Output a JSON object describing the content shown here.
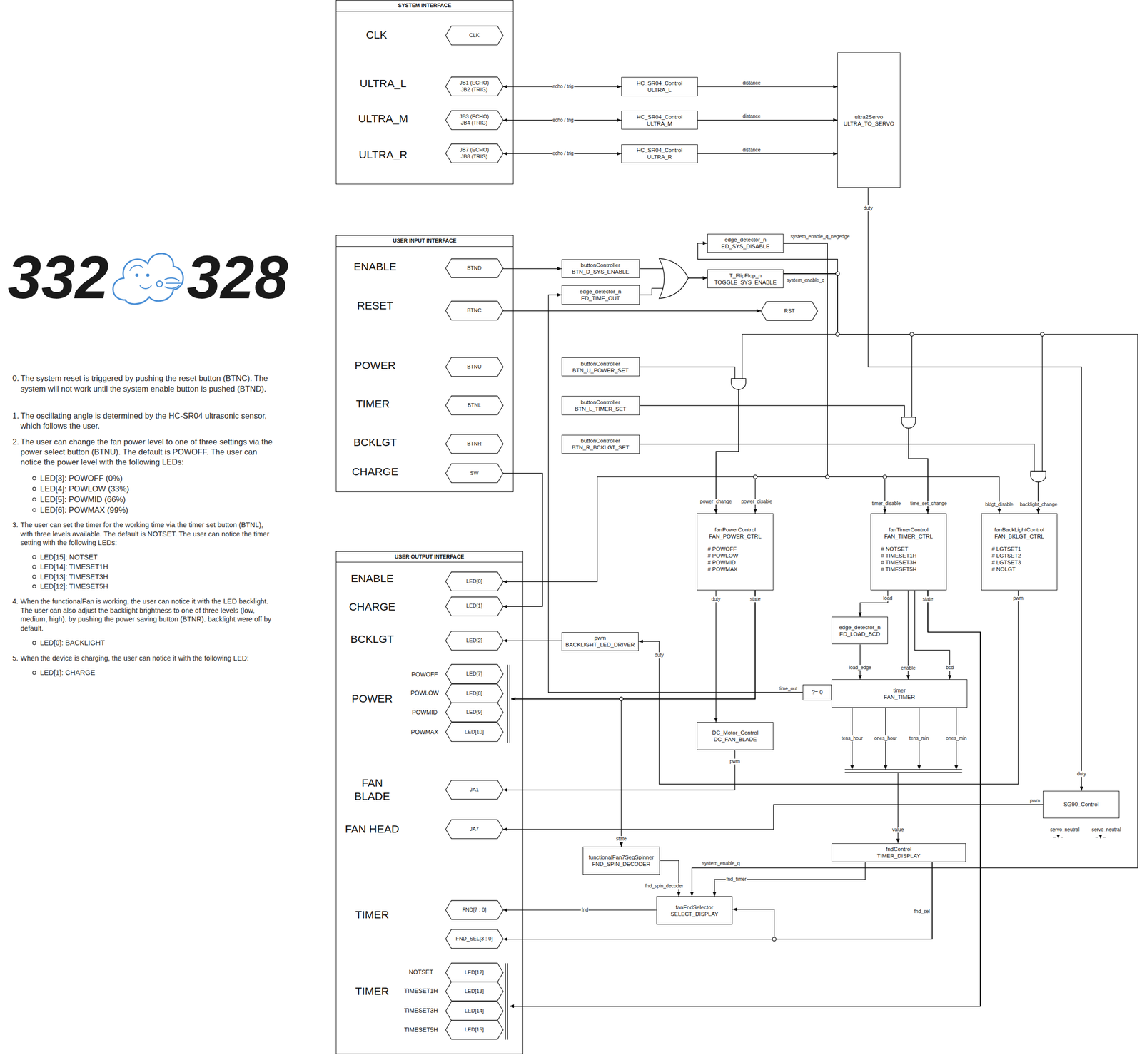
{
  "diagram": {
    "nodes": [
      {
        "text": [
          "SYSTEM INTERFACE"
        ]
      },
      {
        "text": [
          "CLK"
        ],
        "in": 0
      },
      {
        "text": [
          "JB1 (ECHO)",
          "JB2 (TRIG)"
        ],
        "in": 0
      },
      {
        "text": [
          "JB3 (ECHO)",
          "JB4 (TRIG)"
        ],
        "in": 0
      },
      {
        "text": [
          "JB7 (ECHO)",
          "JB8 (TRIG)"
        ],
        "in": 0
      },
      {
        "text": [
          "USER INPUT INTERFACE"
        ]
      },
      {
        "text": [
          "BTND"
        ],
        "in": 5
      },
      {
        "text": [
          "BTNC"
        ],
        "in": 5
      },
      {
        "text": [
          "BTNU"
        ],
        "in": 5
      },
      {
        "text": [
          "BTNL"
        ],
        "in": 5
      },
      {
        "text": [
          "BTNR"
        ],
        "in": 5
      },
      {
        "text": [
          "SW"
        ],
        "in": 5
      },
      {
        "text": [
          "USER OUTPUT INTERFACE"
        ]
      },
      {
        "text": [
          "LED[0]"
        ],
        "in": 12
      },
      {
        "text": [
          "LED[1]"
        ],
        "in": 12
      },
      {
        "text": [
          "LED[2]"
        ],
        "in": 12
      },
      {
        "text": [
          "LED[7]"
        ],
        "in": 12
      },
      {
        "text": [
          "LED[8]"
        ],
        "in": 12
      },
      {
        "text": [
          "LED[9]"
        ],
        "in": 12
      },
      {
        "text": [
          "LED[10]"
        ],
        "in": 12
      },
      {
        "text": [
          "JA1"
        ],
        "in": 12
      },
      {
        "text": [
          "JA7"
        ],
        "in": 12
      },
      {
        "text": [
          "FND[7 : 0]"
        ],
        "in": 12
      },
      {
        "text": [
          "FND_SEL[3 : 0]"
        ],
        "in": 12
      },
      {
        "text": [
          "LED[12]"
        ],
        "in": 12
      },
      {
        "text": [
          "LED[13]"
        ],
        "in": 12
      },
      {
        "text": [
          "LED[14]"
        ],
        "in": 12
      },
      {
        "text": [
          "LED[15]"
        ],
        "in": 12
      },
      {
        "text": [
          "HC_SR04_Control",
          "ULTRA_L"
        ]
      },
      {
        "text": [
          "HC_SR04_Control",
          "ULTRA_M"
        ]
      },
      {
        "text": [
          "HC_SR04_Control",
          "ULTRA_R"
        ]
      },
      {
        "text": [
          "ultra2Servo",
          "ULTRA_TO_SERVO"
        ]
      },
      {
        "text": [
          "edge_detector_n",
          "ED_SYS_DISABLE"
        ]
      },
      {
        "text": [
          "buttonController",
          "BTN_D_SYS_ENABLE"
        ]
      },
      {
        "text": [
          "edge_detector_n",
          "ED_TIME_OUT"
        ]
      },
      {
        "text": [
          "T_FlipFlop_n",
          "TOGGLE_SYS_ENABLE"
        ]
      },
      {
        "text": [
          "RST"
        ]
      },
      {
        "text": [
          "buttonController",
          "BTN_U_POWER_SET"
        ]
      },
      {
        "text": [
          "buttonController",
          "BTN_L_TIMER_SET"
        ]
      },
      {
        "text": [
          "buttonController",
          "BTN_R_BCKLGT_SET"
        ]
      },
      {
        "text": [
          "fanPowerControl",
          "FAN_POWER_CTRL",
          "# POWOFF",
          "# POWLOW",
          "# POWMID",
          "# POWMAX"
        ]
      },
      {
        "text": [
          "fanTimerControl",
          "FAN_TIMER_CTRL",
          "# NOTSET",
          "# TIMESET1H",
          "# TIMESET3H",
          "# TIMESET5H"
        ]
      },
      {
        "text": [
          "fanBackLightControl",
          "FAN_BKLGT_CTRL",
          "# LGTSET1",
          "# LGTSET2",
          "# LGTSET3",
          "# NOLGT"
        ]
      },
      {
        "text": [
          "edge_detector_n",
          "ED_LOAD_BCD"
        ]
      },
      {
        "text": [
          "pwm",
          "BACKLIGHT_LED_DRIVER"
        ]
      },
      {
        "text": [
          "?= 0"
        ]
      },
      {
        "text": [
          "timer",
          "FAN_TIMER"
        ]
      },
      {
        "text": [
          "DC_Motor_Control",
          "DC_FAN_BLADE"
        ]
      },
      {
        "text": [
          "SG90_Control"
        ]
      },
      {
        "text": [
          "functionalFan7SegSpinner",
          "FND_SPIN_DECODER"
        ]
      },
      {
        "text": [
          "fndControl",
          "TIMER_DISPLAY"
        ]
      },
      {
        "text": [
          "fanFndSelector",
          "SELECT_DISPLAY"
        ]
      }
    ],
    "edges": [
      {
        "from": 2,
        "to": 28,
        "arrow": "both",
        "label": "echo / trig"
      },
      {
        "from": 3,
        "to": 29,
        "arrow": "both",
        "label": "echo / trig"
      },
      {
        "from": 4,
        "to": 30,
        "arrow": "both",
        "label": "echo / trig"
      },
      {
        "from": 28,
        "to": 31,
        "arrow": "to",
        "label": "distance"
      },
      {
        "from": 29,
        "to": 31,
        "arrow": "to",
        "label": "distance"
      },
      {
        "from": 30,
        "to": 31,
        "arrow": "to",
        "label": "distance"
      },
      {
        "from": 6,
        "to": 33,
        "arrow": "to"
      },
      {
        "from": 33,
        "to": 35,
        "arrow": "to"
      },
      {
        "from": 34,
        "to": 35,
        "arrow": "to"
      },
      {
        "from": 35,
        "to": 32,
        "arrow": "to",
        "label": "system_enable_q"
      },
      {
        "from": 32,
        "to": 13,
        "arrow": "to",
        "label": "system_enable_q_negedge"
      },
      {
        "from": 32,
        "to": 40,
        "arrow": "to",
        "label": "power_disable"
      },
      {
        "from": 32,
        "to": 41,
        "arrow": "to",
        "label": "timer_disable"
      },
      {
        "from": 32,
        "to": 42,
        "arrow": "to",
        "label": "bklgt_disable"
      },
      {
        "from": 35,
        "to": 40,
        "arrow": "to"
      },
      {
        "from": 37,
        "to": 40,
        "arrow": "to",
        "label": "power_change"
      },
      {
        "from": 35,
        "to": 41,
        "arrow": "to"
      },
      {
        "from": 38,
        "to": 41,
        "arrow": "to",
        "label": "time_set_change"
      },
      {
        "from": 35,
        "to": 42,
        "arrow": "to"
      },
      {
        "from": 39,
        "to": 42,
        "arrow": "to",
        "label": "backlight_change"
      },
      {
        "from": 35,
        "to": 51,
        "arrow": "to",
        "label": "system_enable_q"
      },
      {
        "from": 7,
        "to": 36,
        "arrow": "to"
      },
      {
        "from": 11,
        "to": 14,
        "arrow": "to"
      },
      {
        "from": 31,
        "to": 48,
        "arrow": "to",
        "label": "duty"
      },
      {
        "from": 40,
        "to": 47,
        "arrow": "to",
        "label": "duty"
      },
      {
        "from": 40,
        "to": 16,
        "arrow": "to",
        "label": "state"
      },
      {
        "from": 40,
        "to": 17,
        "arrow": "to"
      },
      {
        "from": 40,
        "to": 18,
        "arrow": "to"
      },
      {
        "from": 40,
        "to": 19,
        "arrow": "to"
      },
      {
        "from": 40,
        "to": 49,
        "arrow": "to",
        "label": "state"
      },
      {
        "from": 47,
        "to": 20,
        "arrow": "to",
        "label": "pwm"
      },
      {
        "from": 42,
        "to": 44,
        "arrow": "to",
        "label": "pwm"
      },
      {
        "from": 44,
        "to": 15,
        "arrow": "to"
      },
      {
        "from": 48,
        "to": 21,
        "arrow": "to",
        "label": "pwm"
      },
      {
        "from": 41,
        "to": 43,
        "arrow": "to",
        "label": "load"
      },
      {
        "from": 43,
        "to": 46,
        "arrow": "to",
        "label": "load_edge"
      },
      {
        "from": 41,
        "to": 46,
        "arrow": "to",
        "label": "enable"
      },
      {
        "from": 41,
        "to": 46,
        "arrow": "to",
        "label": "bcd"
      },
      {
        "from": 41,
        "to": 24,
        "arrow": "to",
        "label": "state"
      },
      {
        "from": 41,
        "to": 25,
        "arrow": "to"
      },
      {
        "from": 41,
        "to": 26,
        "arrow": "to"
      },
      {
        "from": 41,
        "to": 27,
        "arrow": "to"
      },
      {
        "from": 45,
        "to": 34,
        "arrow": "to",
        "label": "time_out"
      },
      {
        "from": 46,
        "to": 50,
        "arrow": "to",
        "label": "value"
      },
      {
        "from": 50,
        "to": 51,
        "arrow": "to",
        "label": "fnd_timer"
      },
      {
        "from": 50,
        "to": 23,
        "arrow": "to",
        "label": "fnd_sel"
      },
      {
        "from": 50,
        "to": 51,
        "arrow": "to"
      },
      {
        "from": 49,
        "to": 51,
        "arrow": "to",
        "label": "fnd_spin_decoder"
      },
      {
        "from": 51,
        "to": 22,
        "arrow": "to",
        "label": "fnd"
      }
    ],
    "labels": [
      "332",
      "328",
      "0.",
      "The system reset is triggered by pushing the reset button (BTNC). The system will not work until the system enable button is pushed (BTND).",
      "1.",
      "The oscillating angle is determined by the HC-SR04 ultrasonic sensor, which follows the user.",
      "2.",
      "The user can change the fan power level to one of three settings via the power select button (BTNU). The default is POWOFF. The user can notice the power level with the following LEDs:",
      "LED[3]: POWOFF (0%)",
      "LED[4]: POWLOW (33%)",
      "LED[5]: POWMID (66%)",
      "LED[6]: POWMAX (99%)",
      "3.",
      "The user can set the timer for the working time via the timer set button (BTNL), with three levels available. The default is NOTSET. The user can notice the timer setting with the following LEDs:",
      "LED[15]: NOTSET",
      "LED[14]: TIMESET1H",
      "LED[13]: TIMESET3H",
      "LED[12]: TIMESET5H",
      "4.",
      "When the functionalFan is working, the user can notice it with the LED backlight. The user can also adjust the backlight brightness to one of three levels (low, medium, high). by pushing the power saving button (BTNR). backlight were off by default.",
      "LED[0]: BACKLIGHT",
      "5.",
      "When the device is charging, the user can notice it with the following LED:",
      "LED[1]: CHARGE",
      "CLK",
      "ULTRA_L",
      "ULTRA_M",
      "ULTRA_R",
      "ENABLE",
      "RESET",
      "POWER",
      "TIMER",
      "BCKLGT",
      "CHARGE",
      "ENABLE",
      "CHARGE",
      "BCKLGT",
      "POWER",
      "POWOFF",
      "POWLOW",
      "POWMID",
      "POWMAX",
      "FAN BLADE",
      "FAN HEAD",
      "TIMER",
      "NOTSET",
      "TIMESET1H",
      "TIMESET3H",
      "TIMESET5H",
      "TIMER",
      "tens_hour",
      "ones_hour",
      "tens_min",
      "ones_min",
      "duty",
      "servo_neutral",
      "servo_neutral",
      "duty"
    ]
  }
}
